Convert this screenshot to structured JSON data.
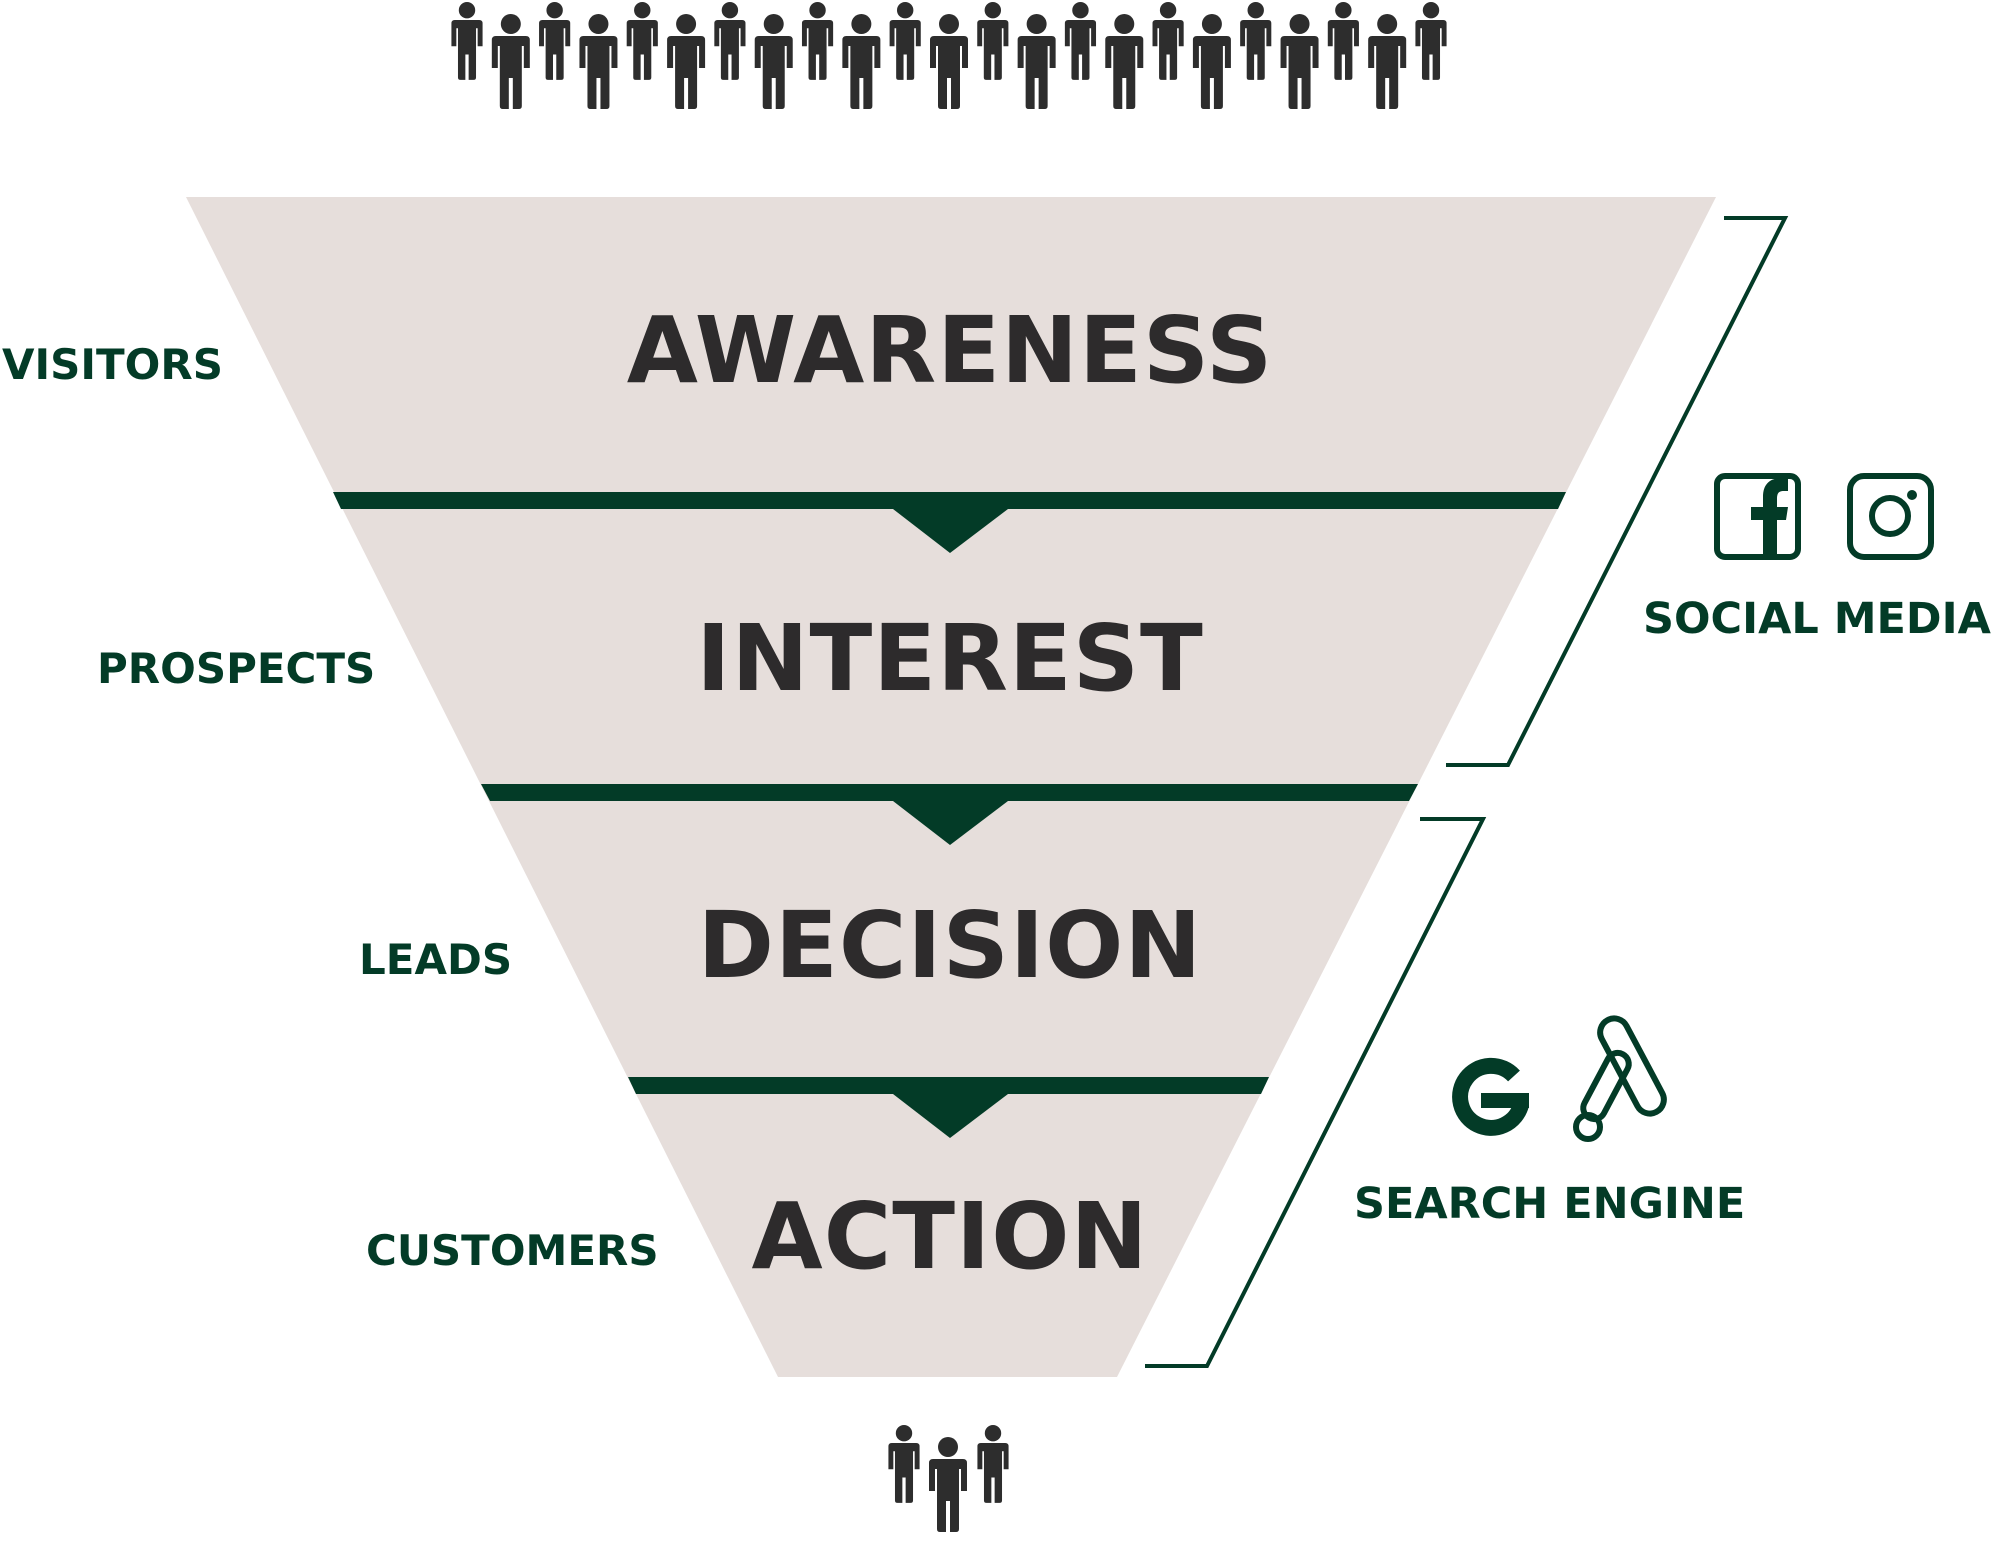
{
  "colors": {
    "funnel_fill": "#e6dedb",
    "accent_green": "#033b27",
    "stage_text": "#2d2b2c",
    "people": "#2d2d2d"
  },
  "people_icons": {
    "top_count": 23,
    "bottom_count": 3
  },
  "stages": [
    {
      "label": "AWARENESS",
      "audience": "VISITORS"
    },
    {
      "label": "INTEREST",
      "audience": "PROSPECTS"
    },
    {
      "label": "DECISION",
      "audience": "LEADS"
    },
    {
      "label": "ACTION",
      "audience": "CUSTOMERS"
    }
  ],
  "channels": [
    {
      "label": "SOCIAL MEDIA",
      "icons": [
        "facebook-icon",
        "instagram-icon"
      ]
    },
    {
      "label": "SEARCH ENGINE",
      "icons": [
        "google-icon",
        "google-ads-icon"
      ]
    }
  ]
}
